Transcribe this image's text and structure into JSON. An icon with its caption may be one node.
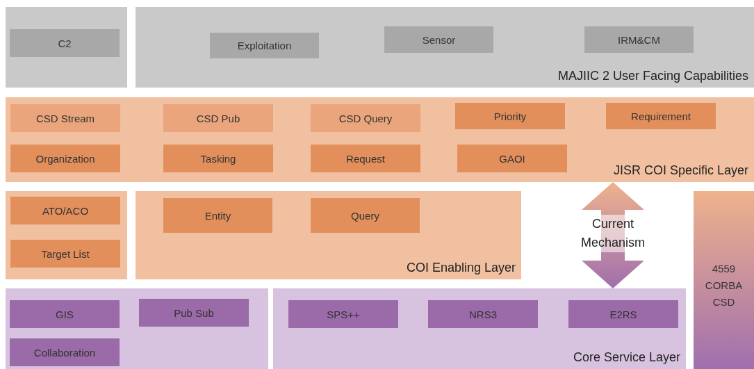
{
  "diagram": {
    "nodes": [
      {
        "text": [],
        "shape": "box"
      },
      {
        "text": [
          "C2"
        ],
        "in": 0
      },
      {
        "text": [
          "MAJIIC 2 User Facing Capabilities"
        ]
      },
      {
        "text": [
          "Exploitation"
        ],
        "in": 2
      },
      {
        "text": [
          "Sensor"
        ],
        "in": 2
      },
      {
        "text": [
          "IRM&CM"
        ],
        "in": 2
      },
      {
        "text": [
          "JISR COI Specific Layer"
        ]
      },
      {
        "text": [
          "CSD Stream"
        ],
        "in": 6
      },
      {
        "text": [
          "CSD Pub"
        ],
        "in": 6
      },
      {
        "text": [
          "CSD Query"
        ],
        "in": 6
      },
      {
        "text": [
          "Priority"
        ],
        "in": 6
      },
      {
        "text": [
          "Requirement"
        ],
        "in": 6
      },
      {
        "text": [
          "Organization"
        ],
        "in": 6
      },
      {
        "text": [
          "Tasking"
        ],
        "in": 6
      },
      {
        "text": [
          "Request"
        ],
        "in": 6
      },
      {
        "text": [
          "GAOI"
        ],
        "in": 6
      },
      {
        "text": [],
        "shape": "box"
      },
      {
        "text": [
          "ATO/ACO"
        ],
        "in": 16
      },
      {
        "text": [
          "Target List"
        ],
        "in": 16
      },
      {
        "text": [
          "COI Enabling Layer"
        ]
      },
      {
        "text": [
          "Entity"
        ],
        "in": 19
      },
      {
        "text": [
          "Query"
        ],
        "in": 19
      },
      {
        "text": [
          "4559 CORBA CSD"
        ]
      },
      {
        "text": [],
        "shape": "box"
      },
      {
        "text": [
          "GIS"
        ],
        "in": 23
      },
      {
        "text": [
          "Pub Sub"
        ],
        "in": 23
      },
      {
        "text": [
          "Collaboration"
        ],
        "in": 23
      },
      {
        "text": [
          "Core Service Layer"
        ]
      },
      {
        "text": [
          "SPS++"
        ],
        "in": 27
      },
      {
        "text": [
          "NRS3"
        ],
        "in": 27
      },
      {
        "text": [
          "E2RS"
        ],
        "in": 27
      }
    ],
    "edges": [
      {
        "from": 6,
        "to": 27,
        "arrow": "both",
        "label": "Current Mechanism"
      }
    ]
  }
}
